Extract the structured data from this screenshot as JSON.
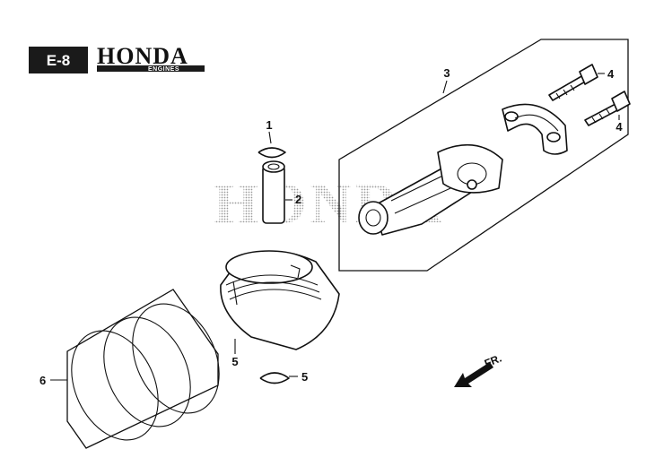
{
  "header": {
    "section_code": "E-8",
    "brand": "HONDA",
    "brand_sub": "ENGINES"
  },
  "watermark": {
    "text": "HONDA"
  },
  "direction_indicator": {
    "label": "FR."
  },
  "callouts": [
    {
      "id": "piston",
      "number": "1"
    },
    {
      "id": "piston-pin",
      "number": "2"
    },
    {
      "id": "connecting-rod-assembly",
      "number": "3"
    },
    {
      "id": "rod-bolt-upper",
      "number": "4"
    },
    {
      "id": "rod-bolt-lower",
      "number": "4"
    },
    {
      "id": "pin-clip-upper",
      "number": "5"
    },
    {
      "id": "pin-clip-lower",
      "number": "5"
    },
    {
      "id": "piston-ring-set",
      "number": "6"
    }
  ],
  "colors": {
    "badge_bg": "#1a1a1a",
    "line": "#111111",
    "watermark_dots": "#9a9a9a"
  }
}
